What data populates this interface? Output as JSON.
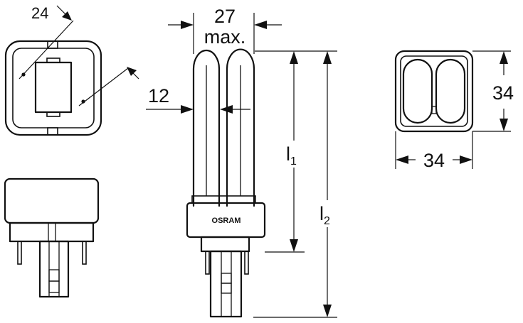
{
  "brand": "OSRAM",
  "dimensions": {
    "socket_spacing": "24",
    "tube_width": "27",
    "tube_width_note": "max.",
    "tube_diameter": "12",
    "length_1_letter": "l",
    "length_1_sub": "1",
    "length_2_letter": "l",
    "length_2_sub": "2",
    "end_height": "34",
    "end_width": "34"
  }
}
